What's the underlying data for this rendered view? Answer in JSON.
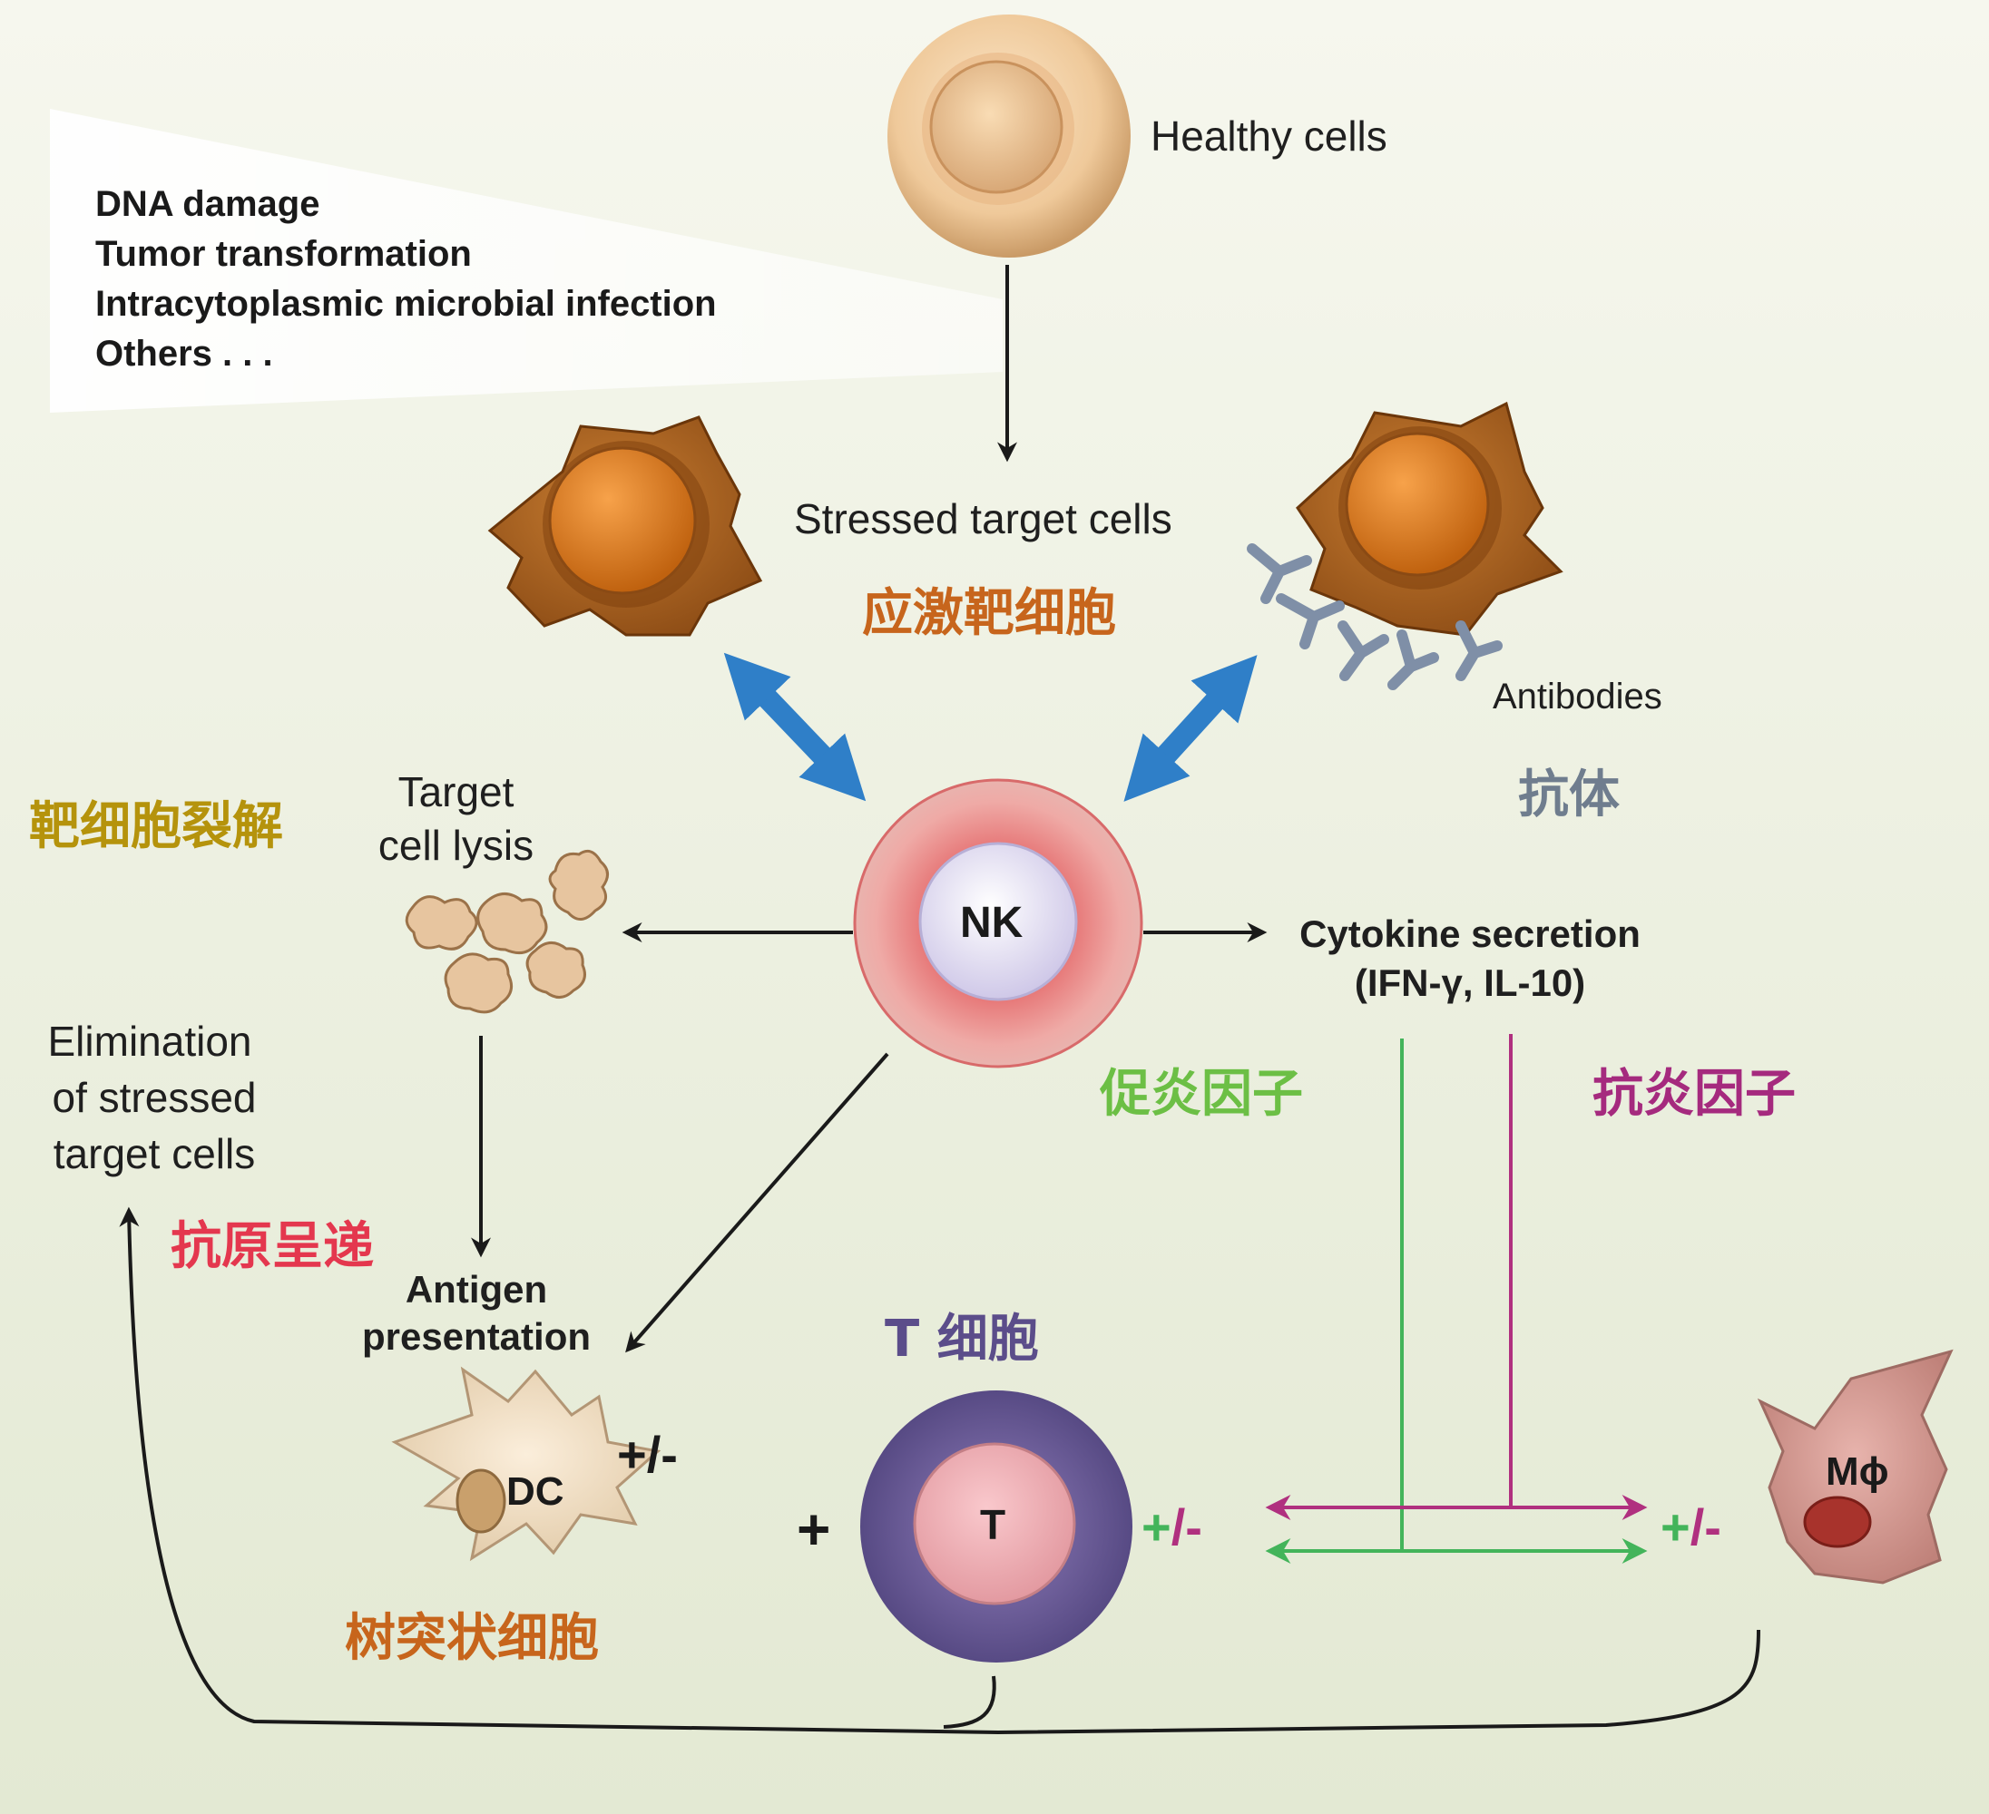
{
  "labels": {
    "healthy_cells": "Healthy cells",
    "stress_factors": [
      "DNA damage",
      "Tumor transformation",
      "Intracytoplasmic microbial infection",
      "Others . . ."
    ],
    "stressed_target_cells": "Stressed target cells",
    "stressed_target_cells_cn": "应激靶细胞",
    "antibodies": "Antibodies",
    "antibodies_cn": "抗体",
    "target_cell_lysis_line1": "Target",
    "target_cell_lysis_line2": "cell lysis",
    "target_cell_lysis_cn": "靶细胞裂解",
    "nk": "NK",
    "cytokine_line1": "Cytokine secretion",
    "cytokine_line2": "(IFN-γ, IL-10)",
    "elimination_line1": "Elimination",
    "elimination_line2": "of stressed",
    "elimination_line3": "target cells",
    "pro_inflammatory_cn": "促炎因子",
    "anti_inflammatory_cn": "抗炎因子",
    "antigen_presentation_cn": "抗原呈递",
    "antigen_line1": "Antigen",
    "antigen_line2": "presentation",
    "dc": "DC",
    "dc_cn": "树突状细胞",
    "dc_sign": "+/-",
    "t_cell_cn": "T 细胞",
    "t": "T",
    "plus": "+",
    "t_sign_plus": "+",
    "t_sign_rest": "/-",
    "macrophage": "Mϕ",
    "m_sign_plus": "+",
    "m_sign_rest": "/-"
  },
  "colors": {
    "bg_light": "#f3f5ea",
    "bg_dark": "#e6ebd6",
    "stressed_cell_orange": "#b0621b",
    "cn_orange": "#c7651c",
    "cn_yellow": "#b5930c",
    "cn_grey": "#6f7d8e",
    "cn_green": "#6cbf45",
    "cn_magenta": "#a52a7e",
    "cn_red": "#e4374e",
    "cn_purple": "#5b4d8a",
    "blue_arrow": "#2f7fc8",
    "green_line": "#43b45a",
    "magenta_line": "#b0307f"
  }
}
